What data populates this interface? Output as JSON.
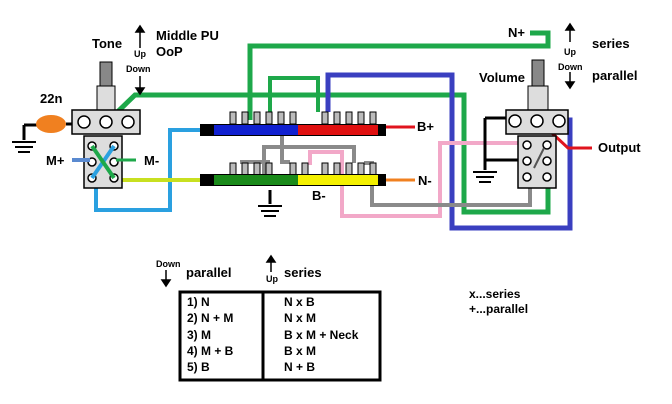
{
  "labels": {
    "tone": "Tone",
    "middle_pu_line1": "Middle PU",
    "middle_pu_line2": "OoP",
    "cap_value": "22n",
    "m_plus": "M+",
    "m_minus": "M-",
    "volume": "Volume",
    "n_plus": "N+",
    "n_minus": "N-",
    "b_plus": "B+",
    "b_minus": "B-",
    "output": "Output",
    "series": "series",
    "parallel": "parallel",
    "up": "Up",
    "down": "Down"
  },
  "table": {
    "header_left_arrow": "Down",
    "header_left": "parallel",
    "header_right_arrow": "Up",
    "header_right": "series",
    "rows": [
      {
        "left": "1) N",
        "right": "N x B"
      },
      {
        "left": "2) N + M",
        "right": "N x M"
      },
      {
        "left": "3) M",
        "right": "B x M + Neck"
      },
      {
        "left": "4) M + B",
        "right": "B x M"
      },
      {
        "left": "5) B",
        "right": "N + B"
      }
    ]
  },
  "legend": {
    "series": "x...series",
    "parallel": "+...parallel"
  },
  "colors": {
    "green": "#1ea84a",
    "blue": "#3a3fc0",
    "red": "#e0141e",
    "pink": "#f2a8c8",
    "gray": "#8a8a8a",
    "light_blue": "#2aa0e0",
    "yellow_green": "#c8e020",
    "orange": "#f08020",
    "cap": "#f08020",
    "bar_green": "#1a8a1a",
    "bar_yellow": "#f4f000",
    "bar_blue": "#1020d0",
    "bar_red": "#e01010"
  }
}
